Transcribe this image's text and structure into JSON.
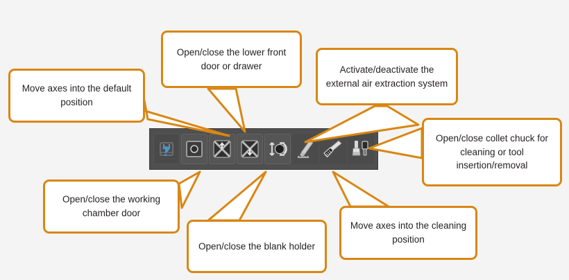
{
  "page": {
    "background_color": "#f4f4f4",
    "accent_color": "#d98613",
    "text_color": "#231f20"
  },
  "toolbar": {
    "background_color": "#4f4f4f",
    "buttons": [
      {
        "id": "unknown-status",
        "icon": "machine-status-question-icon",
        "state": "disabled",
        "badge": "?"
      },
      {
        "id": "working-chamber-door",
        "icon": "chamber-door-icon",
        "state": "enabled",
        "badge": ""
      },
      {
        "id": "lower-front-door",
        "icon": "axes-default-position-up-icon",
        "state": "enabled",
        "badge": ""
      },
      {
        "id": "blank-holder",
        "icon": "axes-position-down-icon",
        "state": "enabled",
        "badge": ""
      },
      {
        "id": "collet-chuck",
        "icon": "collet-chuck-icon",
        "state": "enabled",
        "badge": ""
      },
      {
        "id": "air-extraction",
        "icon": "air-extraction-vacuum-icon",
        "state": "enabled",
        "badge": ""
      },
      {
        "id": "cleaning-position",
        "icon": "cleaning-brush-icon",
        "state": "enabled",
        "badge": ""
      },
      {
        "id": "tool-cleaning",
        "icon": "brush-and-tool-icon",
        "state": "enabled",
        "badge": ""
      }
    ]
  },
  "callouts": [
    {
      "id": "axes-default-position",
      "text": "Move axes into the default position"
    },
    {
      "id": "lower-front-door",
      "text": "Open/close the lower front door or drawer"
    },
    {
      "id": "air-extraction",
      "text": "Activate/deactivate the external air extraction system"
    },
    {
      "id": "collet-chuck",
      "text": "Open/close collet chuck for cleaning or tool insertion/removal"
    },
    {
      "id": "working-chamber-door",
      "text": "Open/close the working chamber door"
    },
    {
      "id": "blank-holder",
      "text": "Open/close the blank holder"
    },
    {
      "id": "cleaning-position",
      "text": "Move axes into the cleaning position"
    }
  ]
}
